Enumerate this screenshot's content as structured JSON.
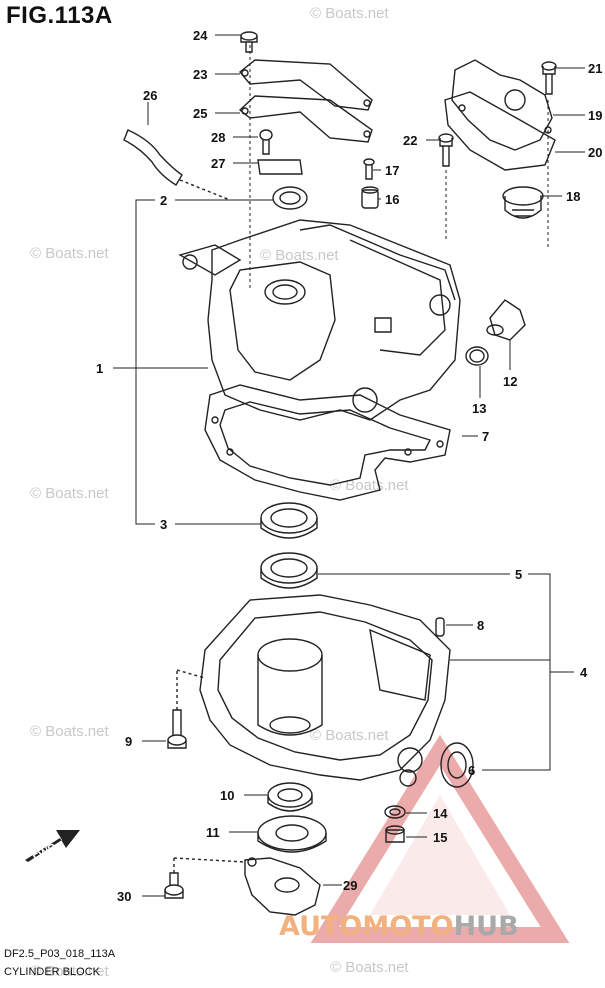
{
  "figure": {
    "title": "FIG.113A",
    "footer_code": "DF2.5_P03_018_113A",
    "footer_name": "CYLINDER BLOCK"
  },
  "watermark": {
    "text": "© Boats.net",
    "color": "#c8c8c8"
  },
  "logo": {
    "part1": "AUTOMOTO",
    "part2": "HUB",
    "color_part1": "#f2b27f",
    "color_part2": "#a9a9a9",
    "triangle_color": "#e58f8f"
  },
  "fwd_label": "FWD",
  "callouts": {
    "c1": "1",
    "c2": "2",
    "c3": "3",
    "c4": "4",
    "c5": "5",
    "c6": "6",
    "c7": "7",
    "c8": "8",
    "c9": "9",
    "c10": "10",
    "c11": "11",
    "c12": "12",
    "c13": "13",
    "c14": "14",
    "c15": "15",
    "c16": "16",
    "c17": "17",
    "c18": "18",
    "c19": "19",
    "c20": "20",
    "c21": "21",
    "c22": "22",
    "c23": "23",
    "c24": "24",
    "c25": "25",
    "c26": "26",
    "c27": "27",
    "c28": "28",
    "c29": "29",
    "c30": "30"
  }
}
